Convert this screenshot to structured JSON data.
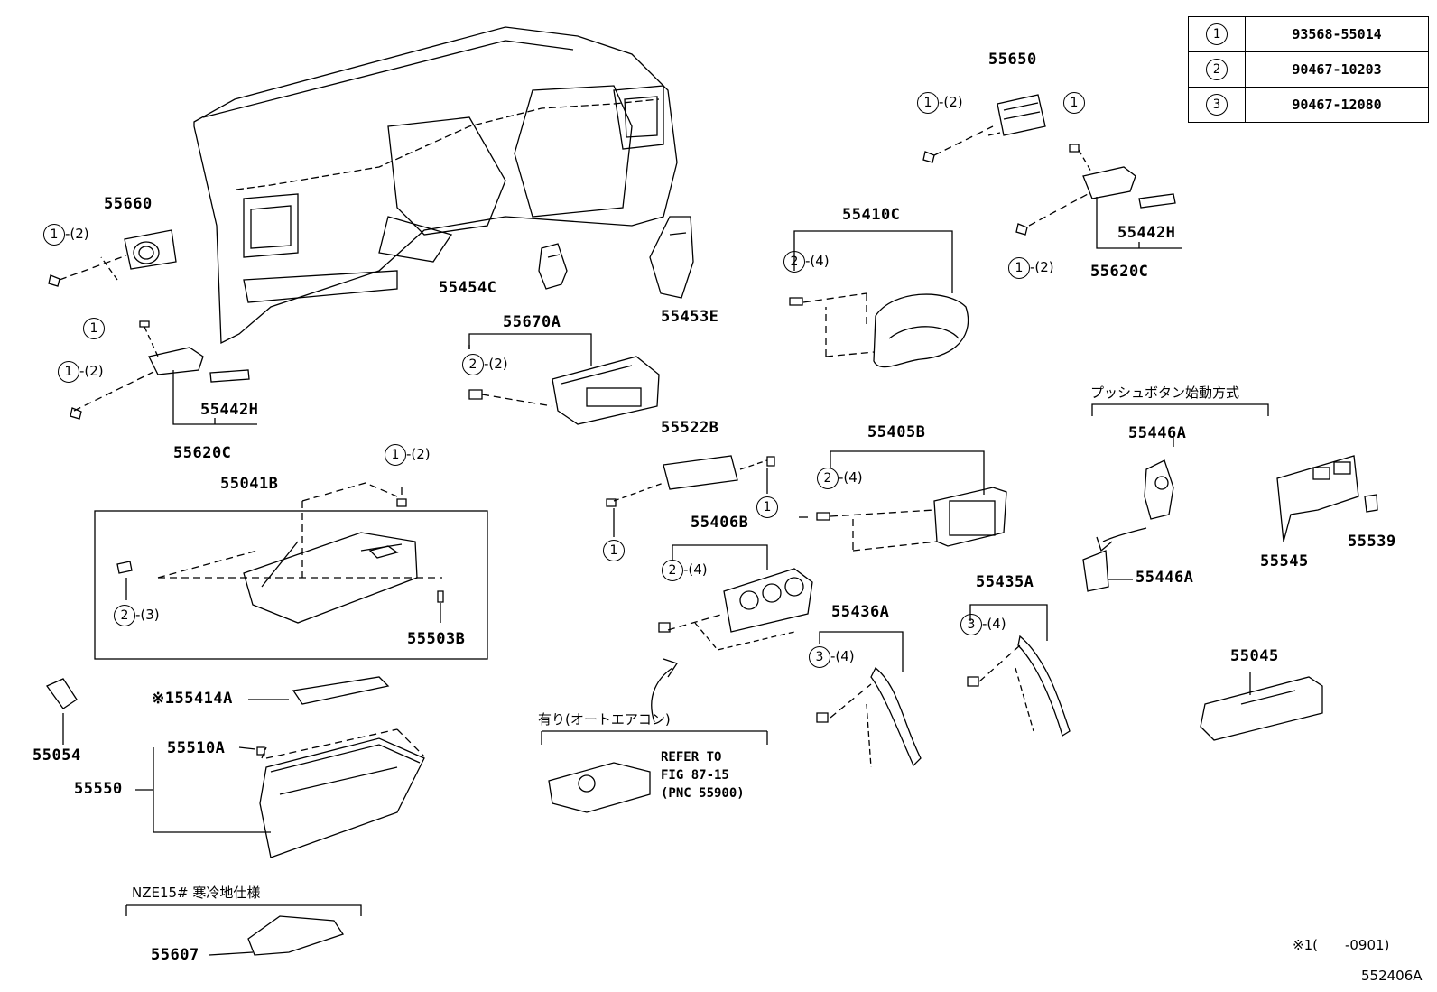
{
  "figure_code": "552406A",
  "footnote": "※1(　　-0901)",
  "legend": [
    {
      "mark": "1",
      "part": "93568-55014"
    },
    {
      "mark": "2",
      "part": "90467-10203"
    },
    {
      "mark": "3",
      "part": "90467-12080"
    }
  ],
  "parts": {
    "p55660": "55660",
    "p55620c_left": "55620C",
    "p55442h_left": "55442H",
    "p55454c": "55454C",
    "p55453e": "55453E",
    "p55670a": "55670A",
    "p55041b": "55041B",
    "p55503b": "55503B",
    "p55522b": "55522B",
    "p55406b": "55406B",
    "p55410c": "55410C",
    "p55405b": "55405B",
    "p55650": "55650",
    "p55442h_right": "55442H",
    "p55620c_right": "55620C",
    "p55446a_top": "55446A",
    "p55446a_bottom": "55446A",
    "p55545": "55545",
    "p55539": "55539",
    "p55436a": "55436A",
    "p55435a": "55435A",
    "p55045": "55045",
    "p55414a": "※155414A",
    "p55054": "55054",
    "p55510a": "55510A",
    "p55550": "55550",
    "p55607": "55607"
  },
  "callouts": {
    "c1": {
      "mark": "1",
      "qty": "-(2)"
    },
    "c2": {
      "mark": "1",
      "qty": ""
    },
    "c3": {
      "mark": "1",
      "qty": "-(2)"
    },
    "c4": {
      "mark": "1",
      "qty": "-(2)"
    },
    "c5": {
      "mark": "2",
      "qty": "-(3)"
    },
    "c6": {
      "mark": "2",
      "qty": "-(2)"
    },
    "c7": {
      "mark": "1",
      "qty": ""
    },
    "c8": {
      "mark": "1",
      "qty": ""
    },
    "c9": {
      "mark": "2",
      "qty": "-(4)"
    },
    "c10": {
      "mark": "2",
      "qty": "-(4)"
    },
    "c11": {
      "mark": "2",
      "qty": "-(4)"
    },
    "c12": {
      "mark": "3",
      "qty": "-(4)"
    },
    "c13": {
      "mark": "3",
      "qty": "-(4)"
    },
    "c14": {
      "mark": "1",
      "qty": "-(2)"
    },
    "c15": {
      "mark": "1",
      "qty": ""
    },
    "c16": {
      "mark": "1",
      "qty": "-(2)"
    }
  },
  "notes": {
    "push_button": "プッシュボタン始動方式",
    "auto_aircon": "有り(オートエアコン)",
    "cold_region": "NZE15# 寒冷地仕様",
    "refer_line1": "REFER TO",
    "refer_line2": "FIG 87-15",
    "refer_line3": "(PNC 55900)"
  }
}
